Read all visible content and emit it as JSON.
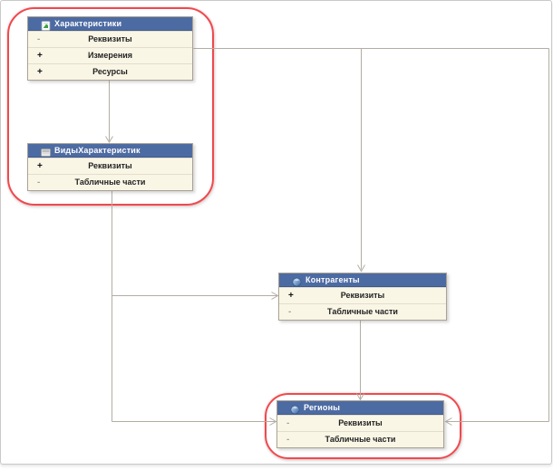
{
  "diagram": {
    "boxes": [
      {
        "title": "Характеристики",
        "icon": "chart-of-characteristic-types-icon",
        "rows": [
          {
            "expander": "-",
            "label": "Реквизиты"
          },
          {
            "expander": "+",
            "label": "Измерения"
          },
          {
            "expander": "+",
            "label": "Ресурсы"
          }
        ]
      },
      {
        "title": "ВидыХарактеристик",
        "icon": "table-gray-icon",
        "rows": [
          {
            "expander": "+",
            "label": "Реквизиты"
          },
          {
            "expander": "-",
            "label": "Табличные части"
          }
        ]
      },
      {
        "title": "Контрагенты",
        "icon": "catalog-blue-icon",
        "rows": [
          {
            "expander": "+",
            "label": "Реквизиты"
          },
          {
            "expander": "-",
            "label": "Табличные части"
          }
        ]
      },
      {
        "title": "Регионы",
        "icon": "catalog-blue-icon",
        "rows": [
          {
            "expander": "-",
            "label": "Реквизиты"
          },
          {
            "expander": "-",
            "label": "Табличные части"
          }
        ]
      }
    ],
    "colors": {
      "header_blue": "#4d6ba3",
      "row_cream": "#faf6e6",
      "highlight_red": "#ee4a4e",
      "connector_gray": "#b3ada3"
    }
  }
}
